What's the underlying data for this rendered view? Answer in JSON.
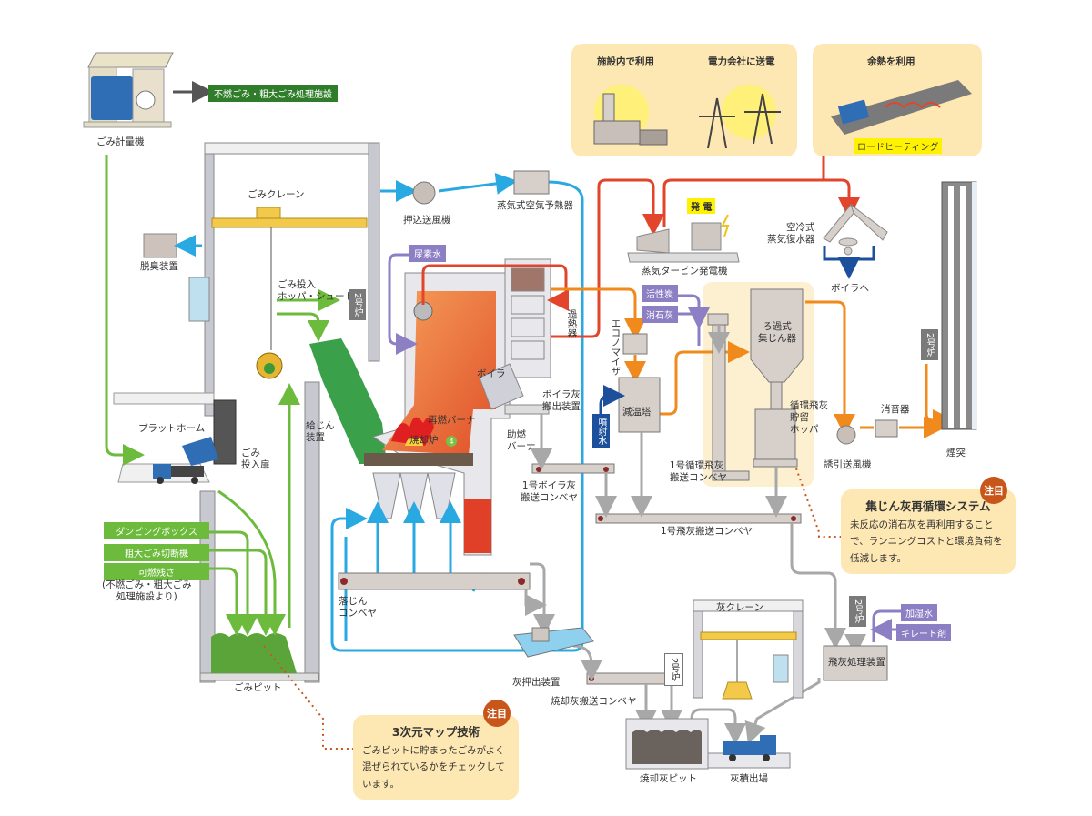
{
  "colors": {
    "waste_flow": "#6dbb3c",
    "steam": "#e2452b",
    "air": "#29a9e1",
    "flue_gas": "#f08a1c",
    "chemical": "#8c7fc4",
    "ash": "#a8a8a8",
    "condensate": "#1c4f9c",
    "panel_bg": "#fde7b3",
    "badge": "#c8561a"
  },
  "top": {
    "weighbridge": "ごみ計量機",
    "non_burnable_facility": "不燃ごみ・粗大ごみ処理施設",
    "panel_power": {
      "use_in_facility": "施設内で利用",
      "transmit": "電力会社に送電"
    },
    "panel_heat": {
      "title": "余熱を利用",
      "road_heating": "ロードヒーティング"
    }
  },
  "left": {
    "crane": "ごみクレーン",
    "deodorizer": "脱臭装置",
    "hopper_chute": "ごみ投入\nホッパ・シュート",
    "unit2_a": "2号炉",
    "platform": "プラットホーム",
    "dump_door": "ごみ\n投入扉",
    "feeder": "給じん\n装置",
    "inputs": [
      "ダンピングボックス",
      "粗大ごみ切断機",
      "可燃残さ"
    ],
    "input_note": "(不燃ごみ・粗大ごみ\n処理施設より)",
    "pit": "ごみピット"
  },
  "center": {
    "fan_push": "押込送風機",
    "air_preheater": "蒸気式空気予熱器",
    "urea": "尿素水",
    "superheater": "過熱器",
    "boiler": "ボイラ",
    "reburner": "再燃バーナ",
    "incinerator": "焼却炉",
    "incinerator_num": "4",
    "boiler_ash_out": "ボイラ灰\n搬出装置",
    "aux_burner": "助燃\nバーナ",
    "boiler_ash_conv": "1号ボイラ灰\n搬送コンベヤ",
    "drop_conv": "落じん\nコンベヤ",
    "spray_water": "噴射水",
    "economizer": "エコノマイザ",
    "cooling_tower": "減温塔"
  },
  "right": {
    "generation": "発 電",
    "turbine": "蒸気タービン発電機",
    "air_condenser": "空冷式\n蒸気復水器",
    "to_boiler": "ボイラへ",
    "activated_carbon": "活性炭",
    "slaked_lime": "消石灰",
    "bag_filter": "ろ過式\n集じん器",
    "circ_hopper": "循環飛灰\n貯留\nホッパ",
    "circ_conv": "1号循環飛灰\n搬送コンベヤ",
    "fly_ash_conv": "1号飛灰搬送コンベヤ",
    "induced_fan": "誘引送風機",
    "silencer": "消音器",
    "unit2_b": "2号炉",
    "stack": "煙突"
  },
  "bottom": {
    "ash_pusher": "灰押出装置",
    "bottom_ash_conv": "焼却灰搬送コンベヤ",
    "unit2_c": "2号炉",
    "ash_crane": "灰クレーン",
    "ash_pit": "焼却灰ピット",
    "ash_loading": "灰積出場",
    "unit2_d": "2号炉",
    "humid_water": "加湿水",
    "chelate": "キレート剤",
    "fly_ash_treatment": "飛灰処理装置"
  },
  "notes": {
    "recirc": {
      "badge": "注目",
      "title": "集じん灰再循環システム",
      "body": "未反応の消石灰を再利用すること\nで、ランニングコストと環境負荷を\n低減します。"
    },
    "map3d": {
      "badge": "注目",
      "title": "3次元マップ技術",
      "body": "ごみピットに貯まったごみがよく\n混ぜられているかをチェックして\nいます。"
    }
  }
}
